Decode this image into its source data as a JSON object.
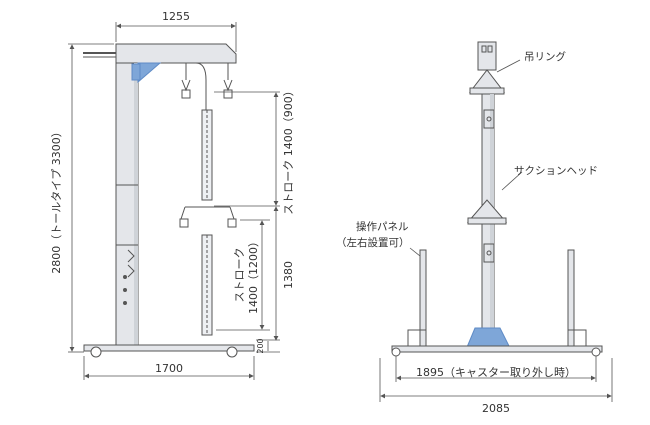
{
  "dimensions": {
    "top_width": "1255",
    "total_height": "2800（トールタイプ 3300）",
    "stroke_upper": "ストローク 1400（900）",
    "stroke_lower_line1": "ストローク",
    "stroke_lower_line2": "1400（1200）",
    "height_1380": "1380",
    "height_200": "200",
    "base_width": "1700",
    "caster_removed_width": "1895（キャスター取り外し時）",
    "total_width": "2085"
  },
  "labels": {
    "lifting_ring": "吊リング",
    "suction_head": "サクションヘッド",
    "control_panel_line1": "操作パネル",
    "control_panel_line2": "（左右設置可）"
  },
  "colors": {
    "line": "#555555",
    "frame_fill": "#e4e6ea",
    "frame_shade": "#cfd3d8",
    "accent_blue": "#7ea6d8",
    "accent_blue_dark": "#5f8bc6",
    "text": "#333333"
  }
}
